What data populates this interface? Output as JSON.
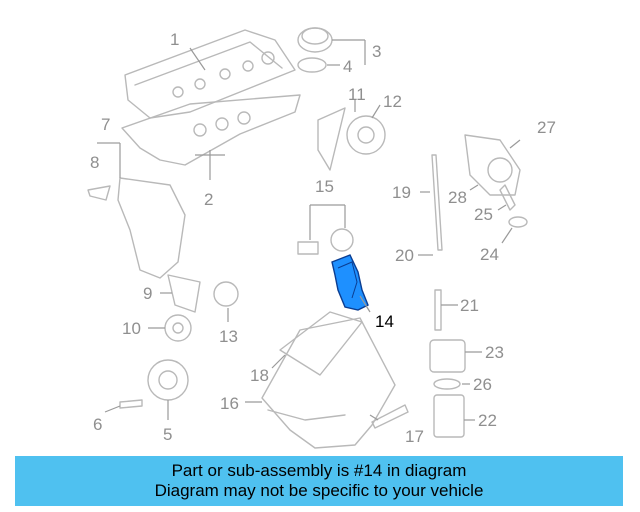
{
  "diagram": {
    "highlight_color": "#1e90ff",
    "labels": [
      "1",
      "2",
      "3",
      "4",
      "5",
      "6",
      "7",
      "8",
      "9",
      "10",
      "11",
      "12",
      "13",
      "14",
      "15",
      "16",
      "17",
      "18",
      "19",
      "20",
      "21",
      "22",
      "23",
      "24",
      "25",
      "26",
      "27",
      "28"
    ],
    "highlighted_part": "14"
  },
  "banner": {
    "line1": "Part or sub-assembly is #14 in diagram",
    "line2": "Diagram may not be specific to your vehicle",
    "color": "#4fc1f0"
  }
}
